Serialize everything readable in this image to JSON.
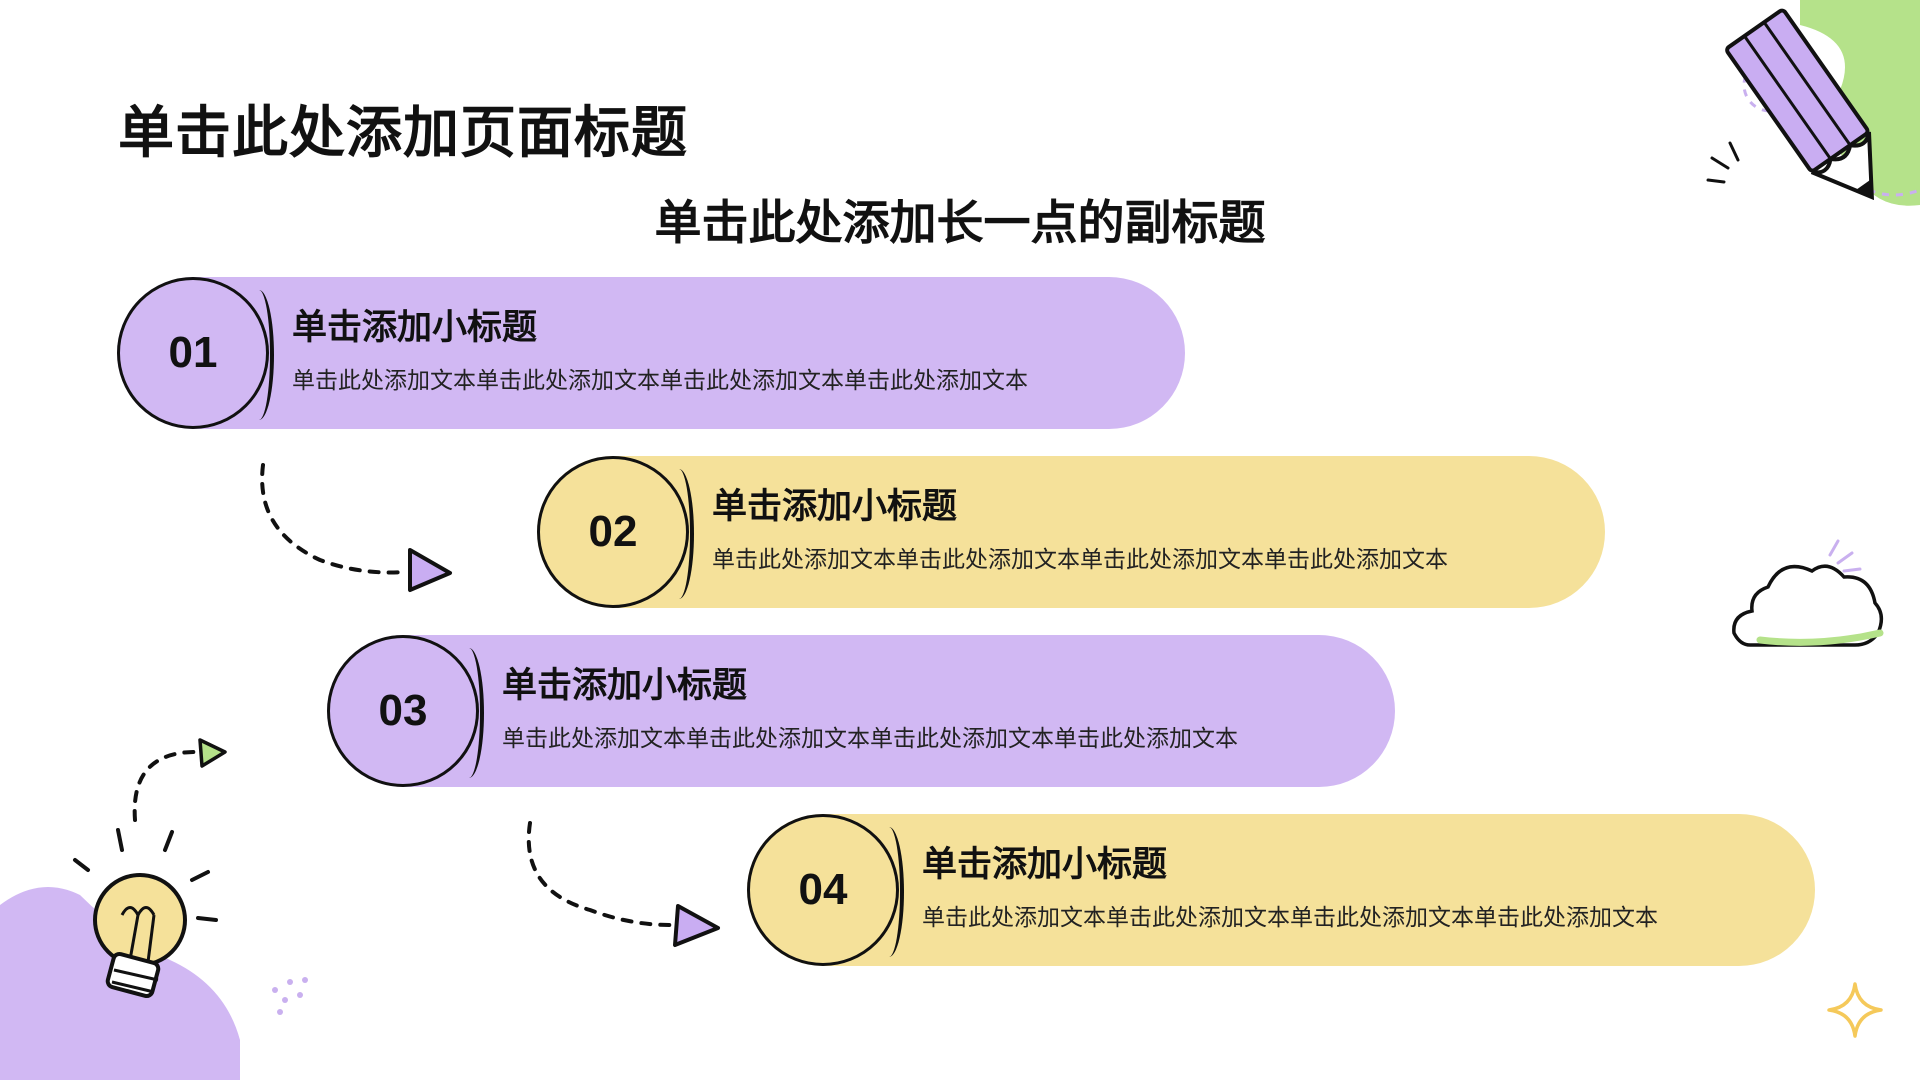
{
  "page": {
    "title": "单击此处添加页面标题",
    "subtitle": "单击此处添加长一点的副标题"
  },
  "colors": {
    "purple": "#d1b8f3",
    "yellow": "#f5e19a",
    "green": "#b5e28a",
    "ink": "#111111"
  },
  "steps": [
    {
      "number": "01",
      "heading": "单击添加小标题",
      "text": "单击此处添加文本单击此处添加文本单击此处添加文本单击此处添加文本",
      "color": "purple"
    },
    {
      "number": "02",
      "heading": "单击添加小标题",
      "text": "单击此处添加文本单击此处添加文本单击此处添加文本单击此处添加文本",
      "color": "yellow"
    },
    {
      "number": "03",
      "heading": "单击添加小标题",
      "text": "单击此处添加文本单击此处添加文本单击此处添加文本单击此处添加文本",
      "color": "purple"
    },
    {
      "number": "04",
      "heading": "单击添加小标题",
      "text": "单击此处添加文本单击此处添加文本单击此处添加文本单击此处添加文本",
      "color": "yellow"
    }
  ],
  "decorations": [
    "pencil-icon",
    "cloud-icon",
    "lightbulb-icon",
    "sparkle-icon",
    "dashed-arrow-icon"
  ]
}
